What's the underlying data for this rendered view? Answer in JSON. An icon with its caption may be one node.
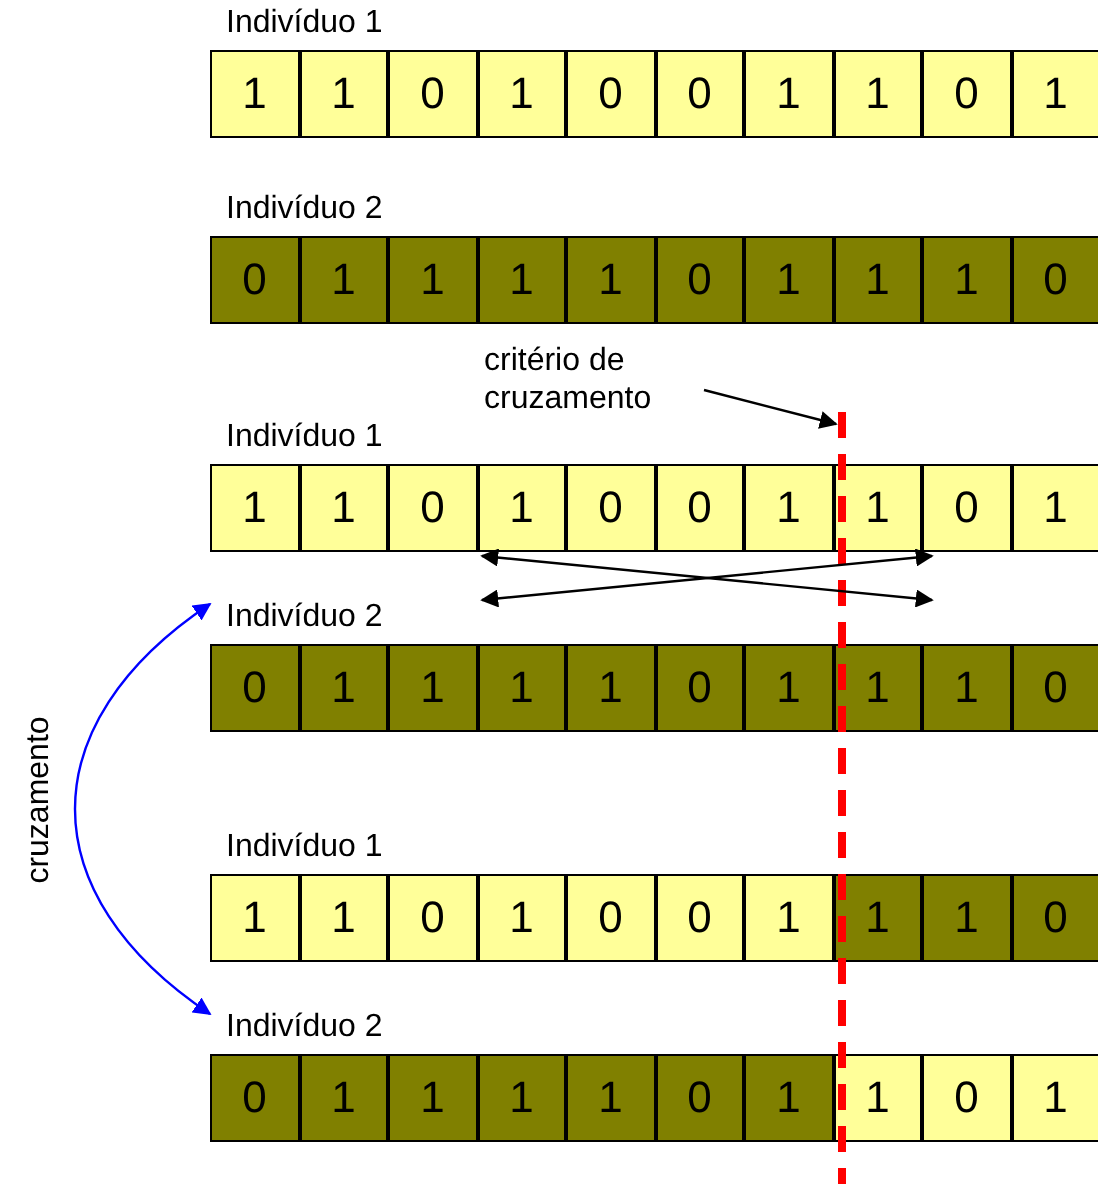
{
  "diagram": {
    "nodes": [
      {
        "text": [
          "Indivíduo 1"
        ]
      },
      {
        "text": [
          "1"
        ],
        "in": 0
      },
      {
        "text": [
          "1"
        ],
        "in": 0
      },
      {
        "text": [
          "0"
        ],
        "in": 0
      },
      {
        "text": [
          "1"
        ],
        "in": 0
      },
      {
        "text": [
          "0"
        ],
        "in": 0
      },
      {
        "text": [
          "0"
        ],
        "in": 0
      },
      {
        "text": [
          "1"
        ],
        "in": 0
      },
      {
        "text": [
          "1"
        ],
        "in": 0
      },
      {
        "text": [
          "0"
        ],
        "in": 0
      },
      {
        "text": [
          "1"
        ],
        "in": 0
      },
      {
        "text": [
          "Indivíduo 2"
        ]
      },
      {
        "text": [
          "0"
        ],
        "in": 11
      },
      {
        "text": [
          "1"
        ],
        "in": 11
      },
      {
        "text": [
          "1"
        ],
        "in": 11
      },
      {
        "text": [
          "1"
        ],
        "in": 11
      },
      {
        "text": [
          "1"
        ],
        "in": 11
      },
      {
        "text": [
          "0"
        ],
        "in": 11
      },
      {
        "text": [
          "1"
        ],
        "in": 11
      },
      {
        "text": [
          "1"
        ],
        "in": 11
      },
      {
        "text": [
          "1"
        ],
        "in": 11
      },
      {
        "text": [
          "0"
        ],
        "in": 11
      },
      {
        "text": [
          "Indivíduo 1"
        ]
      },
      {
        "text": [
          "1"
        ],
        "in": 22
      },
      {
        "text": [
          "1"
        ],
        "in": 22
      },
      {
        "text": [
          "0"
        ],
        "in": 22
      },
      {
        "text": [
          "1"
        ],
        "in": 22
      },
      {
        "text": [
          "0"
        ],
        "in": 22
      },
      {
        "text": [
          "0"
        ],
        "in": 22
      },
      {
        "text": [
          "1"
        ],
        "in": 22
      },
      {
        "text": [
          "1"
        ],
        "in": 22
      },
      {
        "text": [
          "0"
        ],
        "in": 22
      },
      {
        "text": [
          "1"
        ],
        "in": 22
      },
      {
        "text": [
          "Indivíduo 2"
        ]
      },
      {
        "text": [
          "0"
        ],
        "in": 33
      },
      {
        "text": [
          "1"
        ],
        "in": 33
      },
      {
        "text": [
          "1"
        ],
        "in": 33
      },
      {
        "text": [
          "1"
        ],
        "in": 33
      },
      {
        "text": [
          "1"
        ],
        "in": 33
      },
      {
        "text": [
          "0"
        ],
        "in": 33
      },
      {
        "text": [
          "1"
        ],
        "in": 33
      },
      {
        "text": [
          "1"
        ],
        "in": 33
      },
      {
        "text": [
          "1"
        ],
        "in": 33
      },
      {
        "text": [
          "0"
        ],
        "in": 33
      },
      {
        "text": [
          "Indivíduo 1"
        ]
      },
      {
        "text": [
          "1"
        ],
        "in": 44
      },
      {
        "text": [
          "1"
        ],
        "in": 44
      },
      {
        "text": [
          "0"
        ],
        "in": 44
      },
      {
        "text": [
          "1"
        ],
        "in": 44
      },
      {
        "text": [
          "0"
        ],
        "in": 44
      },
      {
        "text": [
          "0"
        ],
        "in": 44
      },
      {
        "text": [
          "1"
        ],
        "in": 44
      },
      {
        "text": [
          "1"
        ],
        "in": 44
      },
      {
        "text": [
          "1"
        ],
        "in": 44
      },
      {
        "text": [
          "0"
        ],
        "in": 44
      },
      {
        "text": [
          "Indivíduo 2"
        ]
      },
      {
        "text": [
          "0"
        ],
        "in": 55
      },
      {
        "text": [
          "1"
        ],
        "in": 55
      },
      {
        "text": [
          "1"
        ],
        "in": 55
      },
      {
        "text": [
          "1"
        ],
        "in": 55
      },
      {
        "text": [
          "1"
        ],
        "in": 55
      },
      {
        "text": [
          "0"
        ],
        "in": 55
      },
      {
        "text": [
          "1"
        ],
        "in": 55
      },
      {
        "text": [
          "1"
        ],
        "in": 55
      },
      {
        "text": [
          "0"
        ],
        "in": 55
      },
      {
        "text": [
          "1"
        ],
        "in": 55
      },
      {
        "text": [
          "critério de cruzamento"
        ]
      },
      {
        "text": [],
        "shape": "bar"
      }
    ],
    "edges": [
      {
        "from": 22,
        "to": 33,
        "arrow": "both"
      },
      {
        "from": 33,
        "to": 22,
        "arrow": "both"
      },
      {
        "from": 66,
        "to": 67,
        "arrow": "to"
      },
      {
        "from": 33,
        "to": 55,
        "arrow": "both",
        "label": "cruzamento",
        "color": "#0000ff"
      }
    ]
  }
}
